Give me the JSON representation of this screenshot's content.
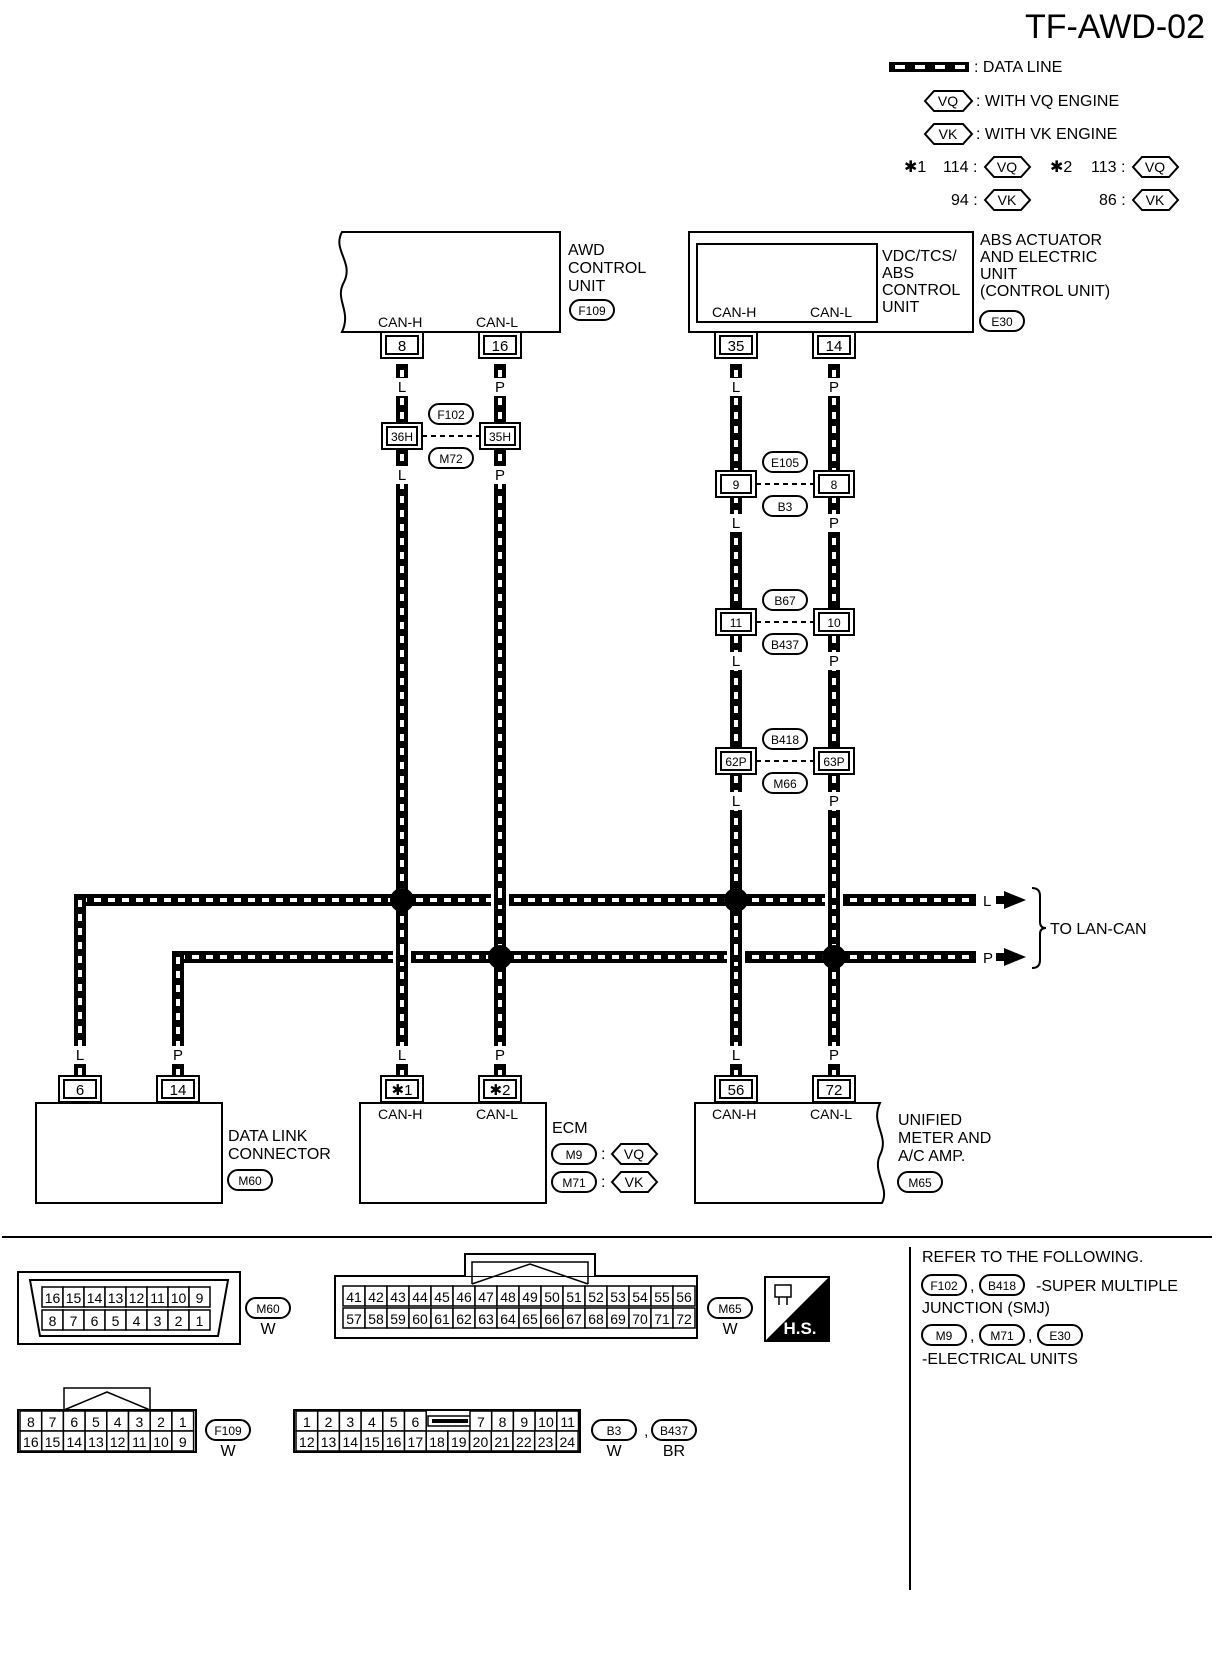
{
  "title": "TF-AWD-02",
  "legend": {
    "data_line": ": DATA LINE",
    "vq_tag": "VQ",
    "vq_text": ": WITH VQ ENGINE",
    "vk_tag": "VK",
    "vk_text": ": WITH VK ENGINE",
    "star1": "✱1",
    "star1_vq": "114 :",
    "star1_vk": "94 :",
    "star2": "✱2",
    "star2_vq": "113 :",
    "star2_vk": "86 :"
  },
  "units": {
    "awd": {
      "l1": "AWD",
      "l2": "CONTROL",
      "l3": "UNIT",
      "conn": "F109",
      "pin_h": "8",
      "pin_l": "16",
      "can_h": "CAN-H",
      "can_l": "CAN-L"
    },
    "abs": {
      "inner1": "VDC/TCS/",
      "inner2": "ABS",
      "inner3": "CONTROL",
      "inner4": "UNIT",
      "l1": "ABS ACTUATOR",
      "l2": "AND ELECTRIC",
      "l3": "UNIT",
      "l4": "(CONTROL UNIT)",
      "conn": "E30",
      "pin_h": "35",
      "pin_l": "14",
      "can_h": "CAN-H",
      "can_l": "CAN-L"
    },
    "dlc": {
      "l1": "DATA LINK",
      "l2": "CONNECTOR",
      "conn": "M60",
      "pin_h": "6",
      "pin_l": "14"
    },
    "ecm": {
      "name": "ECM",
      "conn_vq": "M9",
      "conn_vk": "M71",
      "pin_h": "✱1",
      "pin_l": "✱2",
      "can_h": "CAN-H",
      "can_l": "CAN-L",
      "sep": ":",
      "vq": "VQ",
      "vk": "VK"
    },
    "meter": {
      "l1": "UNIFIED",
      "l2": "METER AND",
      "l3": "A/C AMP.",
      "conn": "M65",
      "pin_h": "56",
      "pin_l": "72",
      "can_h": "CAN-H",
      "can_l": "CAN-L"
    }
  },
  "joints": {
    "awd_joint": {
      "pin_h": "36H",
      "pin_l": "35H",
      "conn_a": "F102",
      "conn_b": "M72"
    },
    "abs_j1": {
      "pin_h": "9",
      "pin_l": "8",
      "conn_a": "E105",
      "conn_b": "B3"
    },
    "abs_j2": {
      "pin_h": "11",
      "pin_l": "10",
      "conn_a": "B67",
      "conn_b": "B437"
    },
    "abs_j3": {
      "pin_h": "62P",
      "pin_l": "63P",
      "conn_a": "B418",
      "conn_b": "M66"
    }
  },
  "wire": {
    "l": "L",
    "p": "P"
  },
  "to_lan_can": "TO LAN-CAN",
  "refer": {
    "l1": "REFER TO THE FOLLOWING.",
    "c1": "F102",
    "c2": "B418",
    "t1": "-SUPER MULTIPLE",
    "t2": "JUNCTION (SMJ)",
    "c3": "M9",
    "c4": "M71",
    "c5": "E30",
    "t3": "-ELECTRICAL UNITS",
    "comma": ","
  },
  "connector_views": {
    "m60": {
      "top": [
        "16",
        "15",
        "14",
        "13",
        "12",
        "11",
        "10",
        "9"
      ],
      "bottom": [
        "8",
        "7",
        "6",
        "5",
        "4",
        "3",
        "2",
        "1"
      ],
      "name": "M60",
      "color": "W"
    },
    "m65": {
      "top": [
        "41",
        "42",
        "43",
        "44",
        "45",
        "46",
        "47",
        "48",
        "49",
        "50",
        "51",
        "52",
        "53",
        "54",
        "55",
        "56"
      ],
      "bottom": [
        "57",
        "58",
        "59",
        "60",
        "61",
        "62",
        "63",
        "64",
        "65",
        "66",
        "67",
        "68",
        "69",
        "70",
        "71",
        "72"
      ],
      "name": "M65",
      "color": "W"
    },
    "f109": {
      "top": [
        "8",
        "7",
        "6",
        "5",
        "4",
        "3",
        "2",
        "1"
      ],
      "bottom": [
        "16",
        "15",
        "14",
        "13",
        "12",
        "11",
        "10",
        "9"
      ],
      "name": "F109",
      "color": "W"
    },
    "b3": {
      "top_left": [
        "1",
        "2",
        "3",
        "4",
        "5",
        "6"
      ],
      "top_right": [
        "7",
        "8",
        "9",
        "10",
        "11"
      ],
      "bottom": [
        "12",
        "13",
        "14",
        "15",
        "16",
        "17",
        "18",
        "19",
        "20",
        "21",
        "22",
        "23",
        "24"
      ],
      "name_a": "B3",
      "name_b": "B437",
      "color_a": "W",
      "color_b": "BR"
    },
    "hs": "H.S."
  }
}
